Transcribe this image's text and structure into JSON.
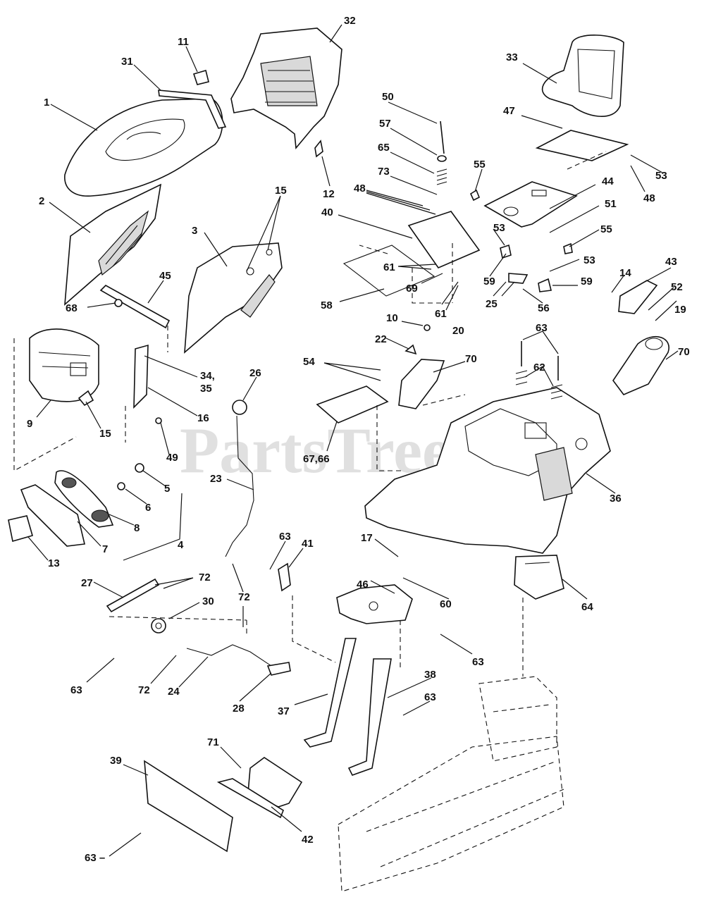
{
  "watermark": {
    "text": "PartsTree",
    "trademark": "™"
  },
  "callouts": [
    {
      "id": "c32",
      "text": "32"
    },
    {
      "id": "c11",
      "text": "11"
    },
    {
      "id": "c31",
      "text": "31"
    },
    {
      "id": "c1",
      "text": "1"
    },
    {
      "id": "c12",
      "text": "12"
    },
    {
      "id": "c2",
      "text": "2"
    },
    {
      "id": "c15a",
      "text": "15"
    },
    {
      "id": "c3",
      "text": "3"
    },
    {
      "id": "c45",
      "text": "45"
    },
    {
      "id": "c68",
      "text": "68"
    },
    {
      "id": "c9",
      "text": "9"
    },
    {
      "id": "c15b",
      "text": "15"
    },
    {
      "id": "c34",
      "text": "34,"
    },
    {
      "id": "c35",
      "text": "35"
    },
    {
      "id": "c16",
      "text": "16"
    },
    {
      "id": "c49",
      "text": "49"
    },
    {
      "id": "c5",
      "text": "5"
    },
    {
      "id": "c6",
      "text": "6"
    },
    {
      "id": "c8",
      "text": "8"
    },
    {
      "id": "c7",
      "text": "7"
    },
    {
      "id": "c4",
      "text": "4"
    },
    {
      "id": "c13",
      "text": "13"
    },
    {
      "id": "c26",
      "text": "26"
    },
    {
      "id": "c23",
      "text": "23"
    },
    {
      "id": "c27",
      "text": "27"
    },
    {
      "id": "c72a",
      "text": "72"
    },
    {
      "id": "c63a",
      "text": "63"
    },
    {
      "id": "c41",
      "text": "41"
    },
    {
      "id": "c72b",
      "text": "72"
    },
    {
      "id": "c30",
      "text": "30"
    },
    {
      "id": "c63b",
      "text": "63"
    },
    {
      "id": "c72c",
      "text": "72"
    },
    {
      "id": "c24",
      "text": "24"
    },
    {
      "id": "c28",
      "text": "28"
    },
    {
      "id": "c37",
      "text": "37"
    },
    {
      "id": "c39",
      "text": "39"
    },
    {
      "id": "c71",
      "text": "71"
    },
    {
      "id": "c42",
      "text": "42"
    },
    {
      "id": "c63c",
      "text": "63 –"
    },
    {
      "id": "c33",
      "text": "33"
    },
    {
      "id": "c50",
      "text": "50"
    },
    {
      "id": "c47",
      "text": "47"
    },
    {
      "id": "c57",
      "text": "57"
    },
    {
      "id": "c65",
      "text": "65"
    },
    {
      "id": "c55a",
      "text": "55"
    },
    {
      "id": "c53a",
      "text": "53"
    },
    {
      "id": "c73",
      "text": "73"
    },
    {
      "id": "c48a",
      "text": "48"
    },
    {
      "id": "c48b",
      "text": "48"
    },
    {
      "id": "c44",
      "text": "44"
    },
    {
      "id": "c40",
      "text": "40"
    },
    {
      "id": "c51",
      "text": "51"
    },
    {
      "id": "c53b",
      "text": "53"
    },
    {
      "id": "c55b",
      "text": "55"
    },
    {
      "id": "c61a",
      "text": "61"
    },
    {
      "id": "c53c",
      "text": "53"
    },
    {
      "id": "c59a",
      "text": "59"
    },
    {
      "id": "c69",
      "text": "69"
    },
    {
      "id": "c59b",
      "text": "59"
    },
    {
      "id": "c58",
      "text": "58"
    },
    {
      "id": "c61b",
      "text": "61"
    },
    {
      "id": "c56",
      "text": "56"
    },
    {
      "id": "c25",
      "text": "25"
    },
    {
      "id": "c14",
      "text": "14"
    },
    {
      "id": "c43",
      "text": "43"
    },
    {
      "id": "c52",
      "text": "52"
    },
    {
      "id": "c10",
      "text": "10"
    },
    {
      "id": "c20",
      "text": "20"
    },
    {
      "id": "c22",
      "text": "22"
    },
    {
      "id": "c19",
      "text": "19"
    },
    {
      "id": "c63d",
      "text": "63"
    },
    {
      "id": "c70a",
      "text": "70"
    },
    {
      "id": "c54",
      "text": "54"
    },
    {
      "id": "c70b",
      "text": "70"
    },
    {
      "id": "c62",
      "text": "62"
    },
    {
      "id": "c6766",
      "text": "67,66"
    },
    {
      "id": "c36",
      "text": "36"
    },
    {
      "id": "c17",
      "text": "17"
    },
    {
      "id": "c46",
      "text": "46"
    },
    {
      "id": "c60",
      "text": "60"
    },
    {
      "id": "c64",
      "text": "64"
    },
    {
      "id": "c63e",
      "text": "63"
    },
    {
      "id": "c38",
      "text": "38"
    },
    {
      "id": "c63f",
      "text": "63"
    }
  ]
}
